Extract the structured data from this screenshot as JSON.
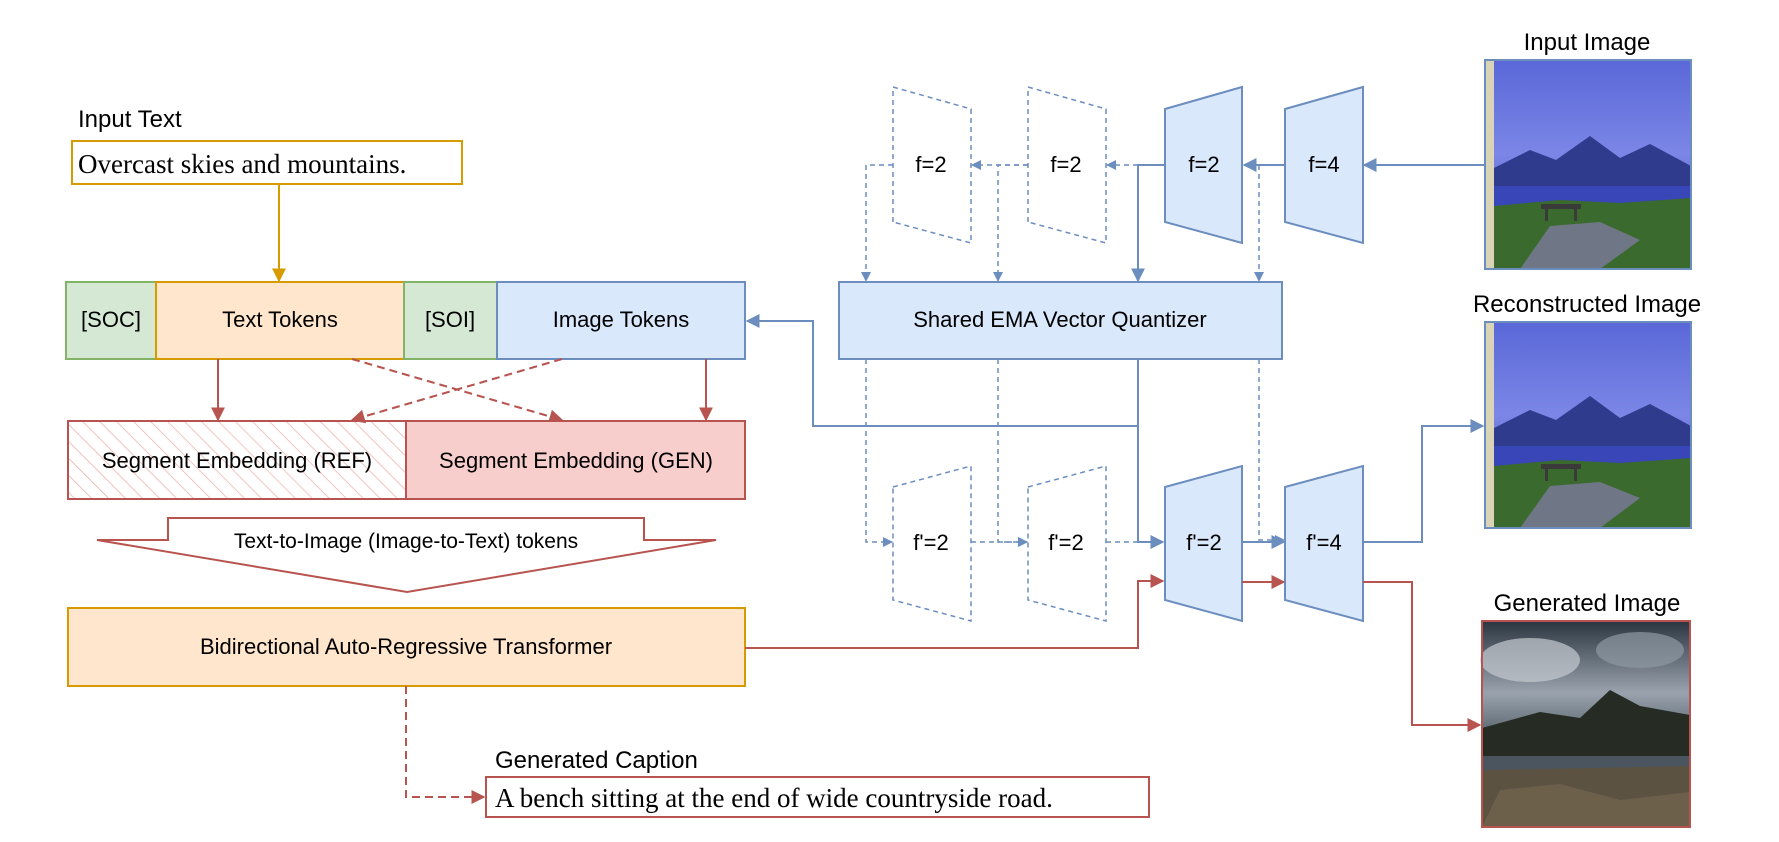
{
  "colors": {
    "blue_stroke": "#6c8ebf",
    "blue_fill": "#dae8fc",
    "orange_stroke": "#d79b00",
    "orange_fill": "#ffe6cc",
    "green_stroke": "#82b366",
    "green_fill": "#d5e8d4",
    "red_stroke": "#b85450",
    "red_fill": "#f8cecc"
  },
  "input_text": {
    "label": "Input Text",
    "value": "Overcast skies and mountains."
  },
  "tokens": {
    "soc": "[SOC]",
    "text": "Text Tokens",
    "soi": "[SOI]",
    "image": "Image Tokens"
  },
  "segments": {
    "ref": "Segment Embedding (REF)",
    "gen": "Segment Embedding (GEN)"
  },
  "direction_label": "Text-to-Image (Image-to-Text) tokens",
  "transformer": "Bidirectional Auto-Regressive Transformer",
  "caption": {
    "label": "Generated Caption",
    "value": "A bench sitting at the end of wide countryside road."
  },
  "quantizer": "Shared EMA Vector Quantizer",
  "encoder": {
    "f4": "f=4",
    "f2": "f=2",
    "f2_b": "f=2",
    "f2_c": "f=2"
  },
  "decoder": {
    "f4": "f'=4",
    "f2": "f'=2",
    "f2_b": "f'=2",
    "f2_c": "f'=2"
  },
  "images": {
    "input": "Input Image",
    "reconstructed": "Reconstructed Image",
    "generated": "Generated Image"
  }
}
